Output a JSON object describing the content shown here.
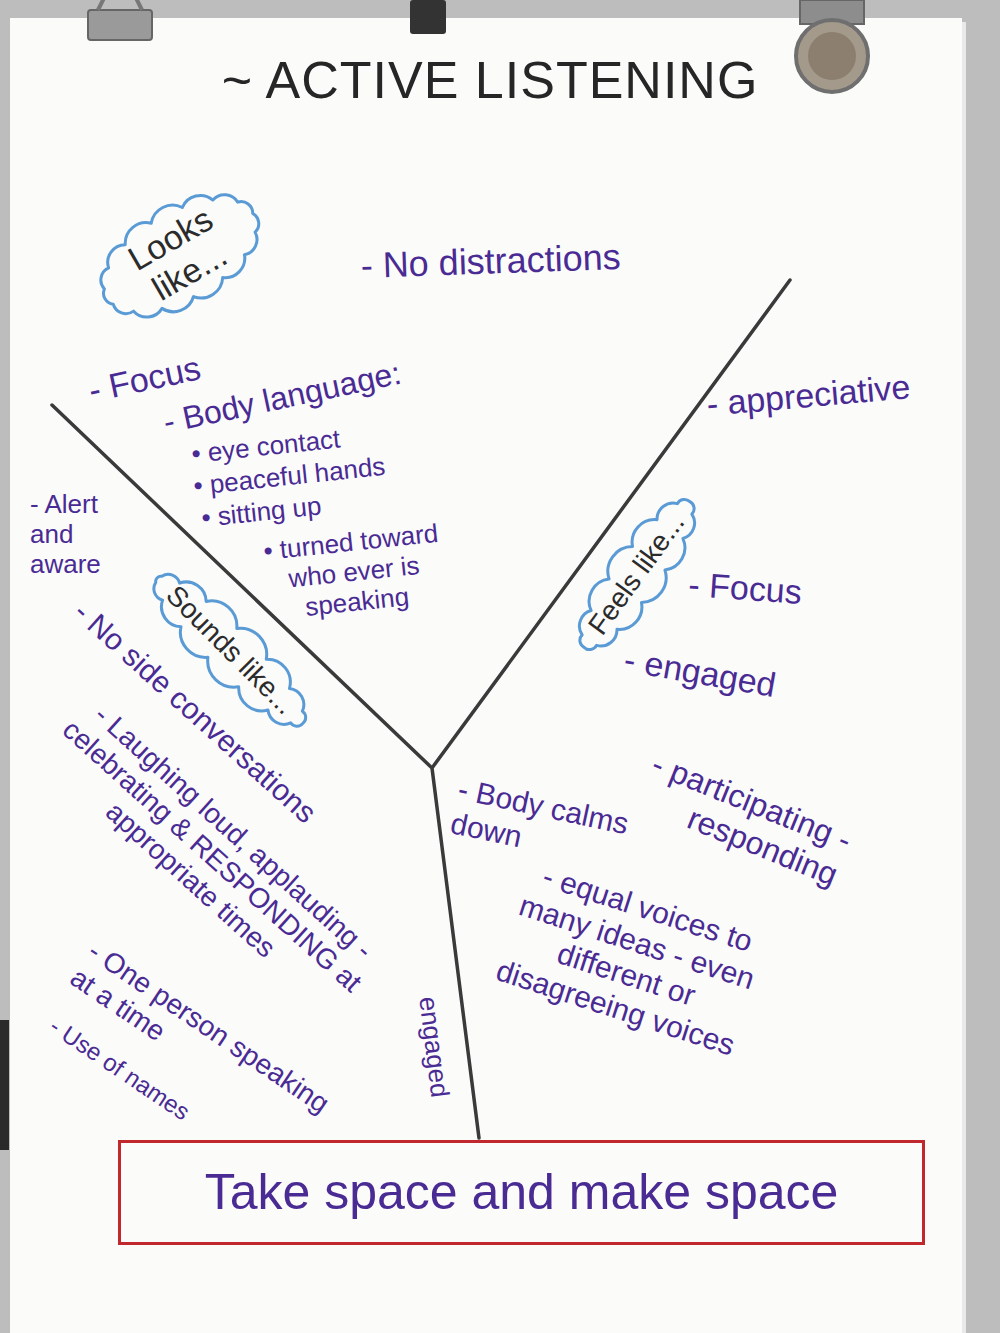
{
  "diagram": {
    "title": "~ ACTIVE LISTENING",
    "nodes": [
      {
        "text": [
          "Looks like..."
        ]
      },
      {
        "text": [
          "Sounds like..."
        ]
      },
      {
        "text": [
          "Feels like..."
        ]
      },
      {
        "text": [
          "Take space and make space"
        ]
      }
    ],
    "labels": [
      "- No distractions",
      "- Focus",
      "- Body language:",
      "• eye contact",
      "• peaceful hands",
      "• sitting up",
      "• turned toward who ever is speaking",
      "- Alert and aware",
      "- No side conversations",
      "- Laughing loud, applauding - celebrating & RESPONDING at appropriate times",
      "engaged",
      "- One person speaking at a time",
      "- Use of names",
      "- appreciative",
      "- Focus",
      "- engaged",
      "- participating - responding",
      "- Body calms down",
      "- equal voices to many ideas - even different or disagreeing voices"
    ]
  }
}
